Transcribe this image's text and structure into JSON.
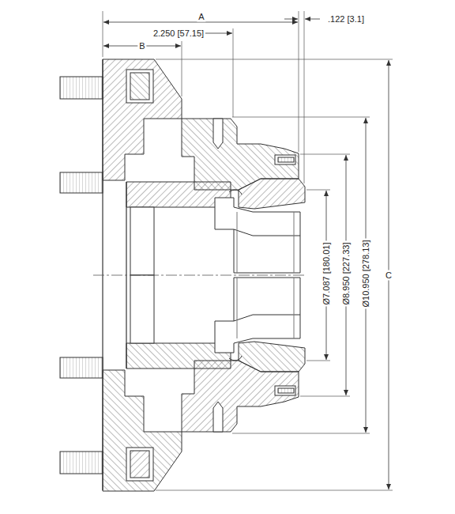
{
  "diagram": {
    "labels": [
      "A",
      ".122 [3.1]",
      "2.250 [57.15]",
      "B",
      "Ø7.087 [180.01]",
      "Ø8.950 [227.33]",
      "Ø10.950 [278.13]",
      "C"
    ]
  }
}
